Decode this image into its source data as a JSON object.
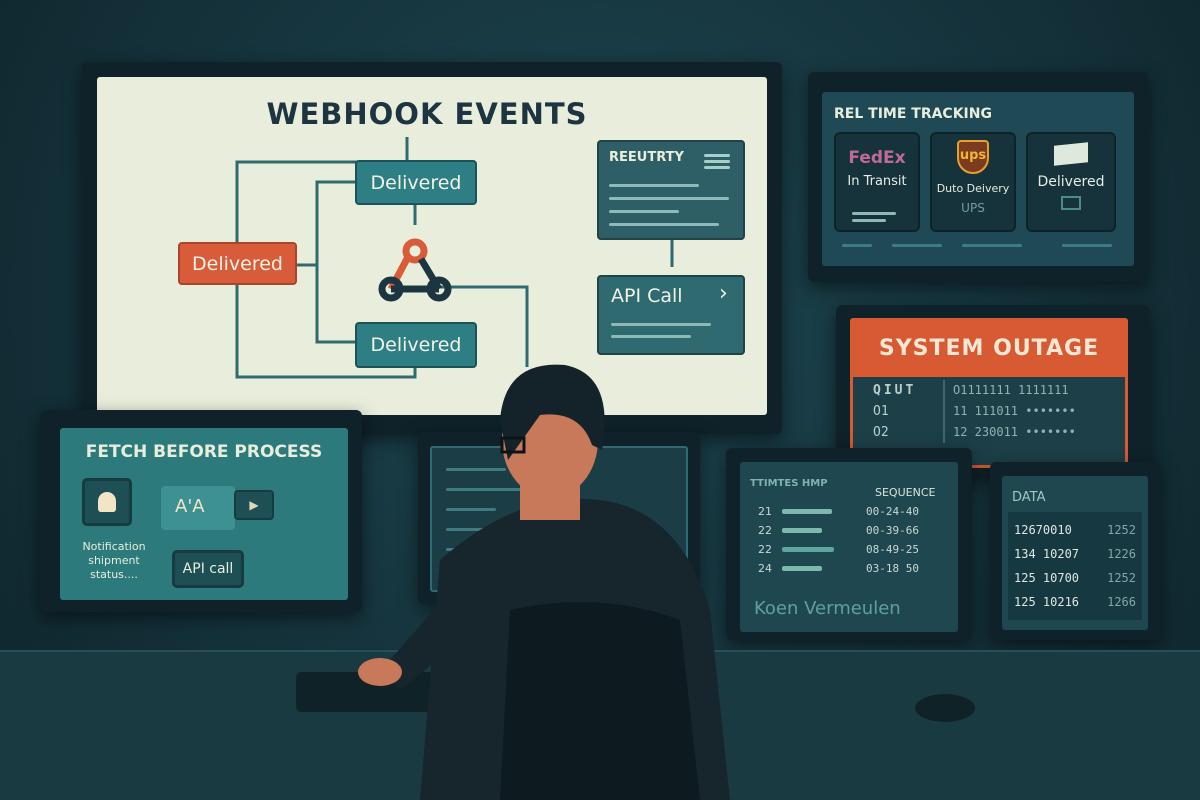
{
  "main_screen": {
    "title": "WEBHOOK EVENTS",
    "node_orange": "Delivered",
    "node_top": "Delivered",
    "node_bottom": "Delivered",
    "retry_panel": "REEUTRTY",
    "api_panel": "API Call",
    "api_chevron": "›"
  },
  "tracking": {
    "title": "REL TIME TRACKING",
    "cards": [
      {
        "brand": "FedEx",
        "status": "In Transit"
      },
      {
        "brand": "ups",
        "status": "Duto Deivery",
        "sub": "UPS"
      },
      {
        "brand": "envelope",
        "status": "Delivered"
      }
    ]
  },
  "outage": {
    "title": "SYSTEM OUTAGE",
    "left": [
      "QIUT",
      "O1",
      "O2"
    ],
    "right": [
      "O1111111  1111111",
      "11 111011  •••••••",
      "12 230011  •••••••"
    ]
  },
  "timestamps": {
    "col1": "TTIMTES HMP",
    "col2": "SEQUENCE",
    "rows": [
      {
        "id": "21",
        "seq": "00-24-40"
      },
      {
        "id": "22",
        "seq": "00-39-66"
      },
      {
        "id": "22",
        "seq": "08-49-25"
      },
      {
        "id": "24",
        "seq": "03-18 50"
      }
    ],
    "name": "Koen Vermeulen"
  },
  "data_screen": {
    "title": "DATA",
    "rows": [
      {
        "a": "12670010",
        "b": "1252"
      },
      {
        "a": "134 10207",
        "b": "1226"
      },
      {
        "a": "125 10700",
        "b": "1252"
      },
      {
        "a": "125 10216",
        "b": "1266"
      }
    ]
  },
  "fetch": {
    "title": "FETCH BEFORE PROCESS",
    "node": "A'A",
    "api": "API call",
    "caption": [
      "Notification",
      "shipment",
      "status...."
    ]
  },
  "colors": {
    "bg": "#15323b",
    "accent_orange": "#d95c3a",
    "teal": "#2e7f84",
    "cream": "#e9eedc"
  }
}
